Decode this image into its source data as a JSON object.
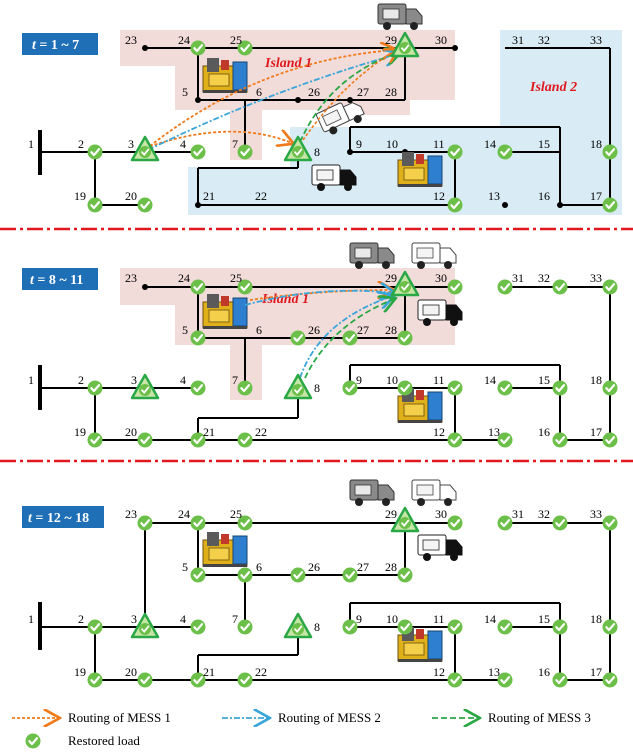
{
  "panels": [
    {
      "time_prefix": "t",
      "time_range": " = 1 ~ 7",
      "islands": [
        {
          "label": "Island 1"
        },
        {
          "label": "Island 2"
        }
      ]
    },
    {
      "time_prefix": "t",
      "time_range": " = 8 ~ 11",
      "islands": [
        {
          "label": "Island 1"
        }
      ]
    },
    {
      "time_prefix": "t",
      "time_range": " = 12 ~ 18",
      "islands": []
    }
  ],
  "bus_labels": [
    "1",
    "2",
    "3",
    "4",
    "5",
    "6",
    "7",
    "8",
    "9",
    "10",
    "11",
    "12",
    "13",
    "14",
    "15",
    "16",
    "17",
    "18",
    "19",
    "20",
    "21",
    "22",
    "23",
    "24",
    "25",
    "26",
    "27",
    "28",
    "29",
    "30",
    "31",
    "32",
    "33"
  ],
  "legend": {
    "mess1": "Routing of MESS 1",
    "mess2": "Routing of MESS 2",
    "mess3": "Routing of MESS 3",
    "restored": "Restored load"
  },
  "colors": {
    "mess1": "#f07a1a",
    "mess2": "#3aa5d8",
    "mess3": "#2aa845",
    "island1": "#f2dcda",
    "island2": "#d9ebf5",
    "time_box": "#1f6fb6",
    "separator": "#e0181e",
    "check": "#6cc04a"
  },
  "icons": [
    "check-icon",
    "generator-icon",
    "truck-icon",
    "triangle-marker-icon"
  ]
}
